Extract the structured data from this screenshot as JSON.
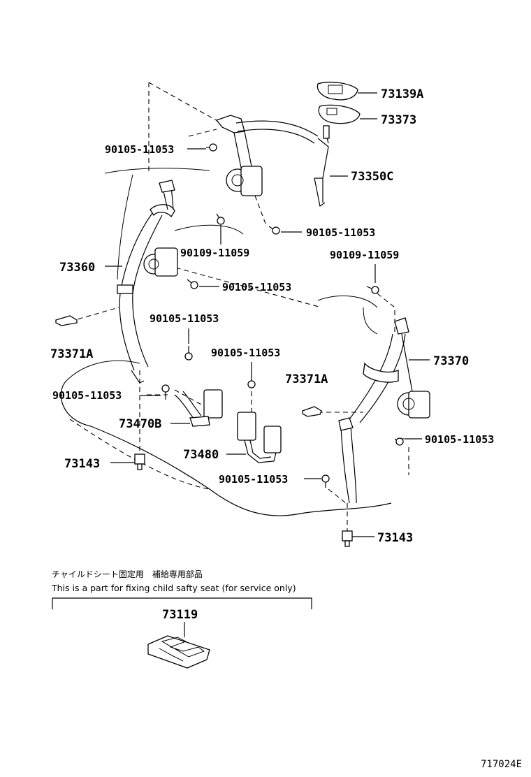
{
  "labels": {
    "p73139A": "73139A",
    "p73373": "73373",
    "p73350C": "73350C",
    "p73360": "73360",
    "p73371A_left": "73371A",
    "p73371A_mid": "73371A",
    "p73370": "73370",
    "p73470B": "73470B",
    "p73480": "73480",
    "p73143_left": "73143",
    "p73143_right": "73143",
    "p73119": "73119",
    "b90105_a": "90105-11053",
    "b90105_b": "90105-11053",
    "b90105_c": "90105-11053",
    "b90105_d": "90105-11053",
    "b90105_e": "90105-11053",
    "b90105_f": "90105-11053",
    "b90105_g": "90105-11053",
    "b90105_h": "90105-11053",
    "b90109_a": "90109-11059",
    "b90109_b": "90109-11059"
  },
  "note": {
    "japanese": "チャイルドシート固定用　補給専用部品",
    "english": "This is a part for fixing child safty seat (for service only)"
  },
  "diagram_code": "717024E"
}
